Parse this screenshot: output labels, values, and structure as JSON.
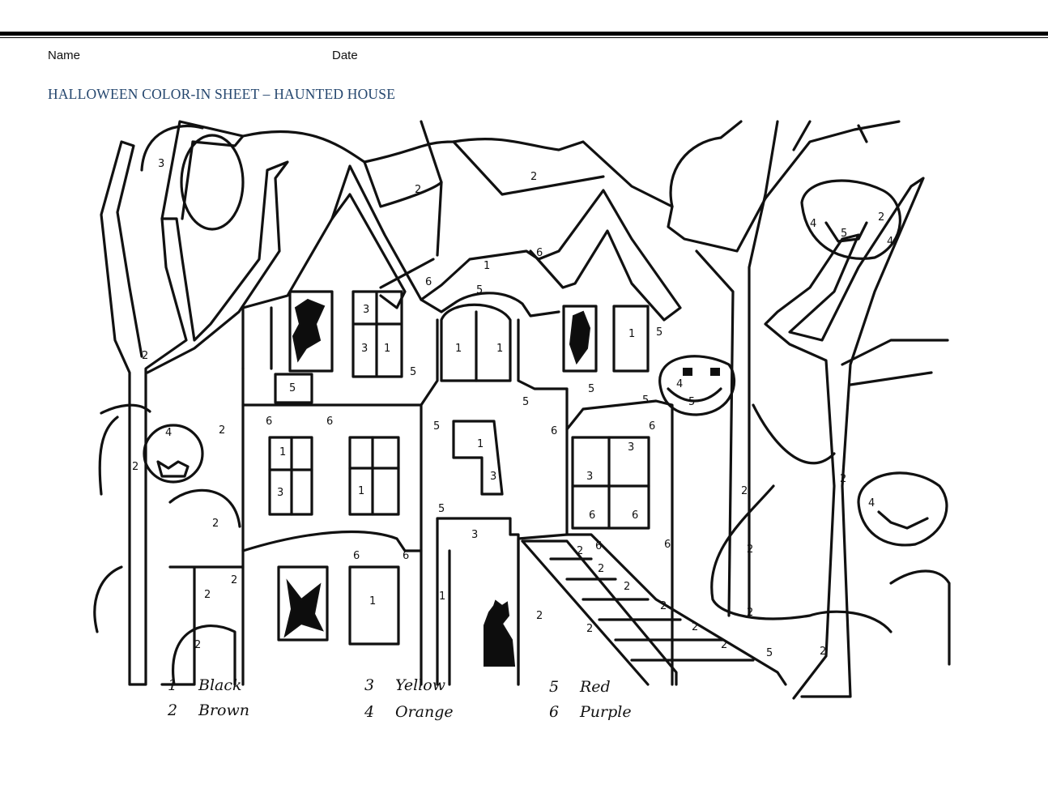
{
  "header": {
    "name_label": "Name",
    "date_label": "Date"
  },
  "title": "HALLOWEEN COLOR-IN SHEET – HAUNTED HOUSE",
  "color_key": [
    {
      "number": "1",
      "color": "Black"
    },
    {
      "number": "2",
      "color": "Brown"
    },
    {
      "number": "3",
      "color": "Yellow"
    },
    {
      "number": "4",
      "color": "Orange"
    },
    {
      "number": "5",
      "color": "Red"
    },
    {
      "number": "6",
      "color": "Purple"
    }
  ],
  "region_numbers": {
    "moon": "3",
    "sky_1": "2",
    "sky_2": "2",
    "sky_3": "2",
    "tree_left": "2",
    "tree_left_low": "2",
    "pumpkin_left": "4",
    "pumpkin_mid": "4",
    "pumpkin_mid_mouth": "5",
    "pumpkin_top_right": "4",
    "pumpkin_top_right_mouth": "5",
    "pumpkin_top_right_side": "4",
    "pumpkin_right": "4",
    "roof_left": "6",
    "roof_right": "6",
    "roof_center": "1",
    "arch_band": "5",
    "window_a": "3",
    "window_b": "3",
    "window_c": "1",
    "wall_1": "5",
    "wall_2": "5",
    "wall_3": "5",
    "wall_4": "5",
    "wall_5": "5",
    "wall_6": "5",
    "arch_left": "1",
    "arch_right": "1",
    "right_win_a": "1",
    "right_win_b": "5",
    "chimney": "5",
    "mid_left_wall_a": "6",
    "mid_left_wall_b": "6",
    "win_mid_a": "1",
    "win_mid_b": "3",
    "win_mid_c": "1",
    "center_panel": "1",
    "center_small": "3",
    "door_top": "5",
    "door": "3",
    "door_side": "1",
    "right_wall_a": "6",
    "right_wall_b": "6",
    "right_win_c": "3",
    "right_win_d": "3",
    "right_win_e": "6",
    "right_win_f": "6",
    "stair_wall": "6",
    "stair_side": "6",
    "lower_left_a": "6",
    "lower_left_b": "6",
    "lower_win": "1",
    "bush_a": "2",
    "bush_b": "2",
    "bush_c": "2",
    "trunk_strip": "2",
    "stair_1": "2",
    "stair_2": "2",
    "stair_3": "2",
    "stair_4": "2",
    "stair_5": "2",
    "stair_6": "2",
    "stair_7": "2",
    "ground_a": "2",
    "ground_b": "2",
    "tree_right_a": "2",
    "tree_right_b": "2",
    "tree_right_c": "2",
    "tree_right_d": "2",
    "tree_right_e": "2"
  }
}
